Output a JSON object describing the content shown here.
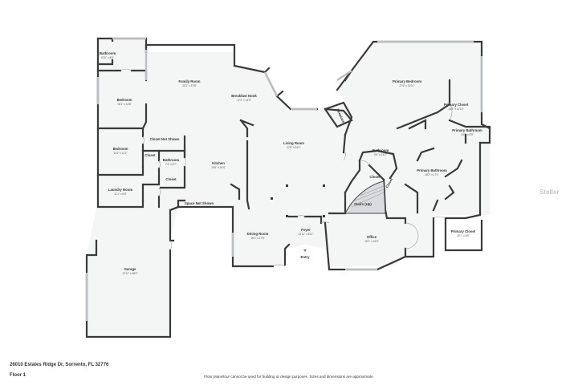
{
  "address": "26010 Estates Ridge Dr, Sorrento, FL 32776",
  "floor_label": "Floor 1",
  "disclaimer": "Floor plans/tour cannot be used for building or design purposes. Sizes and dimensions are approximate.",
  "watermark": "Stellar",
  "rooms": [
    {
      "name": "Bathroom",
      "dims": "6'10\" x 8'6\""
    },
    {
      "name": "Bedroom",
      "dims": "16'1\" x 14'8\""
    },
    {
      "name": "Family Room",
      "dims": "20'1\" x 27'8\""
    },
    {
      "name": "Breakfast Nook",
      "dims": "17'2\" x 14'4\""
    },
    {
      "name": "Primary Bedroom",
      "dims": "27'6\" x 20'11\""
    },
    {
      "name": "Primary Closet",
      "dims": "13'4\" x 11'10\""
    },
    {
      "name": "Primary Bathroom",
      "dims": "14'3\" x 8'9\""
    },
    {
      "name": "Fireplace",
      "dims": ""
    },
    {
      "name": "Living Room",
      "dims": "27'8\" x 31'1\""
    },
    {
      "name": "Bathroom",
      "dims": "9'4\" x 14'2\""
    },
    {
      "name": "Primary Bathroom",
      "dims": "25'2\" x 17'1\""
    },
    {
      "name": "Bedroom",
      "dims": "13'1\" x 11'1\""
    },
    {
      "name": "Closet Not Shown",
      "dims": ""
    },
    {
      "name": "Closet",
      "dims": ""
    },
    {
      "name": "Bathroom",
      "dims": "7'4\" x 5'7\""
    },
    {
      "name": "Closet",
      "dims": ""
    },
    {
      "name": "Kitchen",
      "dims": "19'5\" x 20'4\""
    },
    {
      "name": "Laundry Room",
      "dims": "11'1\" x 6'8\""
    },
    {
      "name": "Space Not Shown",
      "dims": ""
    },
    {
      "name": "Closet",
      "dims": ""
    },
    {
      "name": "Closet",
      "dims": ""
    },
    {
      "name": "Stairs (Up)",
      "dims": ""
    },
    {
      "name": "Dining Room",
      "dims": "15'1\" x 17'8\""
    },
    {
      "name": "Foyer",
      "dims": "12'11\" x 8'11\""
    },
    {
      "name": "Office",
      "dims": "16'1\" x 15'0\""
    },
    {
      "name": "Primary Closet",
      "dims": "10'1\" x 8'5\""
    },
    {
      "name": "Garage",
      "dims": "22'11\" x 38'0\""
    },
    {
      "name": "Entry",
      "dims": ""
    }
  ]
}
